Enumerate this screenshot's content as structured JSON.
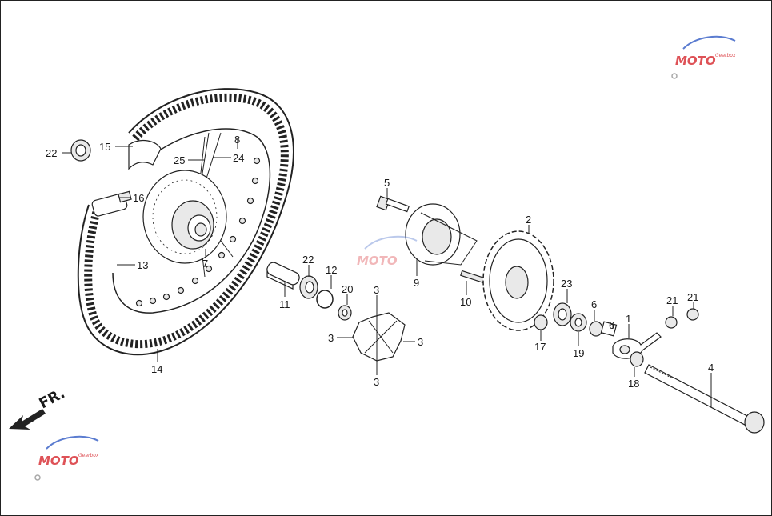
{
  "colors": {
    "line": "#222222",
    "part_fill": "#e9e9e9",
    "watermark_red": "#d9343a",
    "watermark_blue": "#3f66c8"
  },
  "watermark": {
    "main": "MOTO",
    "sub": "Gearbox",
    "icon": "gear-icon"
  },
  "direction_label": "FR.",
  "callouts": [
    {
      "id": "c22a",
      "label": "22"
    },
    {
      "id": "c15",
      "label": "15"
    },
    {
      "id": "c25",
      "label": "25"
    },
    {
      "id": "c24",
      "label": "24"
    },
    {
      "id": "c8",
      "label": "8"
    },
    {
      "id": "c16",
      "label": "16"
    },
    {
      "id": "c13",
      "label": "13"
    },
    {
      "id": "c7",
      "label": "7"
    },
    {
      "id": "c14",
      "label": "14"
    },
    {
      "id": "c11",
      "label": "11"
    },
    {
      "id": "c22b",
      "label": "22"
    },
    {
      "id": "c12",
      "label": "12"
    },
    {
      "id": "c20",
      "label": "20"
    },
    {
      "id": "c5",
      "label": "5"
    },
    {
      "id": "c9",
      "label": "9"
    },
    {
      "id": "c3t",
      "label": "3"
    },
    {
      "id": "c3l",
      "label": "3"
    },
    {
      "id": "c3r",
      "label": "3"
    },
    {
      "id": "c3b",
      "label": "3"
    },
    {
      "id": "c10",
      "label": "10"
    },
    {
      "id": "c2",
      "label": "2"
    },
    {
      "id": "c23",
      "label": "23"
    },
    {
      "id": "c17",
      "label": "17"
    },
    {
      "id": "c19",
      "label": "19"
    },
    {
      "id": "c6a",
      "label": "6"
    },
    {
      "id": "c6b",
      "label": "6"
    },
    {
      "id": "c1",
      "label": "1"
    },
    {
      "id": "c21a",
      "label": "21"
    },
    {
      "id": "c21b",
      "label": "21"
    },
    {
      "id": "c18",
      "label": "18"
    },
    {
      "id": "c4",
      "label": "4"
    }
  ]
}
